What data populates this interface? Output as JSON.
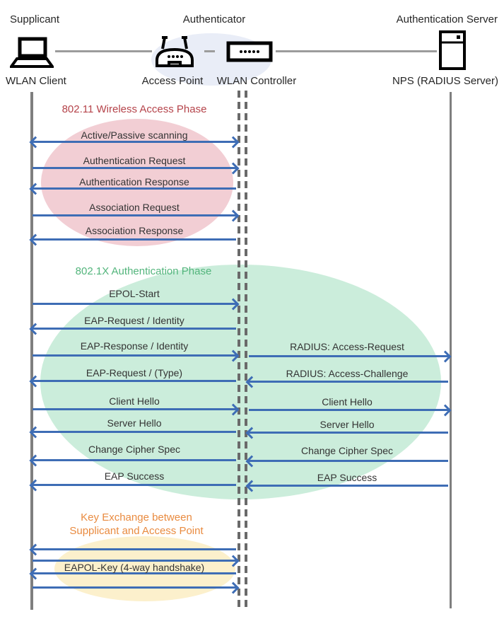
{
  "header": {
    "roles": [
      {
        "label": "Supplicant"
      },
      {
        "label": "Authenticator"
      },
      {
        "label": "Authentication Server"
      }
    ],
    "devices": [
      {
        "label": "WLAN Client",
        "icon": "laptop-icon"
      },
      {
        "label": "Access Point",
        "icon": "access-point-icon"
      },
      {
        "label": "WLAN Controller",
        "icon": "wlan-controller-icon"
      },
      {
        "label": "NPS (RADIUS Server)",
        "icon": "server-icon"
      }
    ]
  },
  "phases": [
    {
      "title": "802.11 Wireless Access Phase",
      "color": "#B5434A",
      "bubble_color": "#F2CED4"
    },
    {
      "title": "802.1X Authentication Phase",
      "color": "#53B57C",
      "bubble_color": "#CBEDDB"
    },
    {
      "title_line1": "Key Exchange between",
      "title_line2": "Supplicant and Access Point",
      "color": "#E98B40",
      "bubble_color": "#FCF0CC"
    }
  ],
  "messages": [
    {
      "label": "Active/Passive scanning",
      "direction": "both",
      "span": "client-controller"
    },
    {
      "label": "Authentication Request",
      "direction": "right",
      "span": "client-controller"
    },
    {
      "label": "Authentication Response",
      "direction": "left",
      "span": "client-controller"
    },
    {
      "label": "Association Request",
      "direction": "right",
      "span": "client-controller"
    },
    {
      "label": "Association Response",
      "direction": "left",
      "span": "client-controller"
    },
    {
      "label": "EPOL-Start",
      "direction": "right",
      "span": "client-controller"
    },
    {
      "label": "EAP-Request / Identity",
      "direction": "left",
      "span": "client-controller"
    },
    {
      "label": "EAP-Response / Identity",
      "direction": "right",
      "span": "client-controller"
    },
    {
      "label": "RADIUS: Access-Request",
      "direction": "right",
      "span": "controller-server"
    },
    {
      "label": "EAP-Request / (Type)",
      "direction": "left",
      "span": "client-controller"
    },
    {
      "label": "RADIUS: Access-Challenge",
      "direction": "left",
      "span": "controller-server"
    },
    {
      "label": "Client Hello",
      "direction": "right",
      "span": "client-controller"
    },
    {
      "label": "Client Hello",
      "direction": "right",
      "span": "controller-server"
    },
    {
      "label": "Server Hello",
      "direction": "left",
      "span": "client-controller"
    },
    {
      "label": "Server Hello",
      "direction": "left",
      "span": "controller-server"
    },
    {
      "label": "Change Cipher Spec",
      "direction": "left",
      "span": "client-controller"
    },
    {
      "label": "Change Cipher Spec",
      "direction": "left",
      "span": "controller-server"
    },
    {
      "label": "EAP Success",
      "direction": "left",
      "span": "client-controller"
    },
    {
      "label": "EAP Success",
      "direction": "left",
      "span": "controller-server"
    },
    {
      "label": "",
      "direction": "left",
      "span": "client-controller"
    },
    {
      "label": "",
      "direction": "right",
      "span": "client-controller"
    },
    {
      "label": "EAPOL-Key (4-way handshake)",
      "direction": "left",
      "span": "client-controller"
    },
    {
      "label": "",
      "direction": "right",
      "span": "client-controller"
    }
  ],
  "colors": {
    "arrow": "#3E6DB5",
    "lifeline_solid": "#7F7F7F",
    "lifeline_dashed": "#6A6A6A",
    "connector": "#9C9C9C",
    "authenticator_bubble": "#E9EDF7",
    "message_text": "#333333"
  }
}
